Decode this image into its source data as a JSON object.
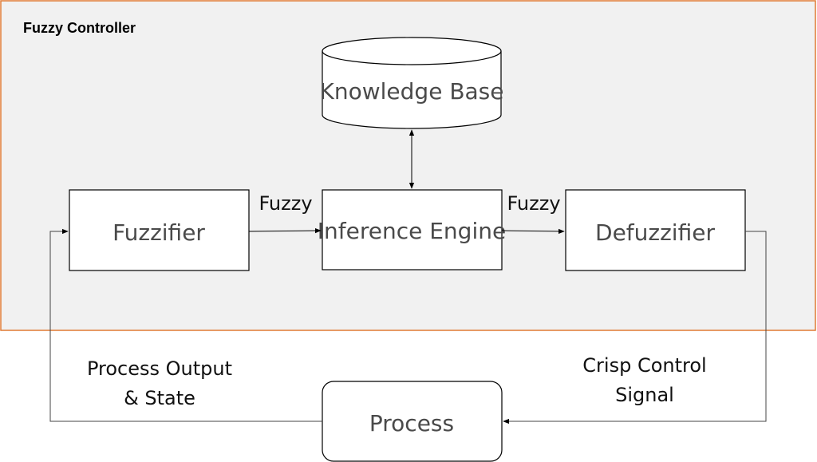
{
  "container": {
    "title": "Fuzzy Controller",
    "background": "#f1f1f1",
    "border_color": "#e07a33"
  },
  "nodes": {
    "knowledge_base": "Knowledge Base",
    "fuzzifier": "Fuzzifier",
    "inference_engine": "Inference Engine",
    "defuzzifier": "Defuzzifier",
    "process": "Process"
  },
  "edge_labels": {
    "fuzzy_in": "Fuzzy",
    "fuzzy_out": "Fuzzy",
    "process_output_line1": "Process Output",
    "process_output_line2": "& State",
    "crisp_line1": "Crisp Control",
    "crisp_line2": "Signal"
  }
}
